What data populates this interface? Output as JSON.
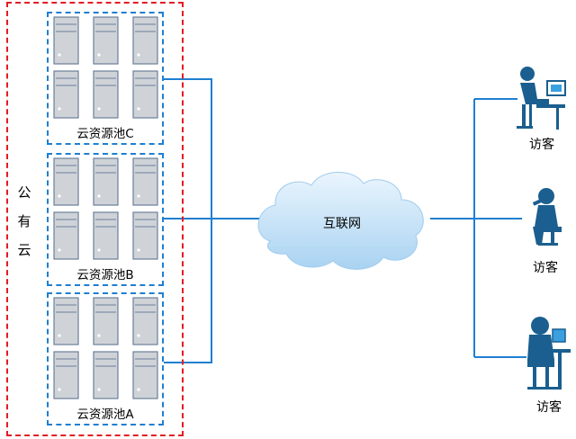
{
  "public_cloud": {
    "label": "公\n有\n云"
  },
  "pools": [
    {
      "label": "云资源池C"
    },
    {
      "label": "云资源池B"
    },
    {
      "label": "云资源池A"
    }
  ],
  "internet": {
    "label": "互联网"
  },
  "visitors": [
    {
      "label": "访客",
      "icon": "desk-user-icon"
    },
    {
      "label": "访客",
      "icon": "sitting-user-icon"
    },
    {
      "label": "访客",
      "icon": "computer-user-icon"
    }
  ],
  "colors": {
    "public_cloud_border": "#e31b23",
    "pool_border": "#1f7fd1",
    "link": "#1f7fd1",
    "icon_blue": "#1a5f8f"
  }
}
